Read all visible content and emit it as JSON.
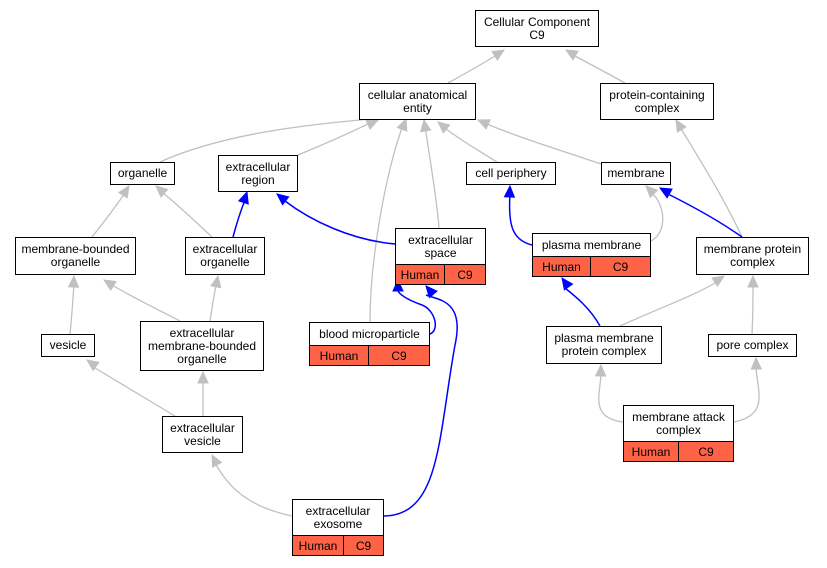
{
  "colors": {
    "gray_edge": "#c0c0c0",
    "blue_edge": "#0000ff",
    "annotation_fill": "#ff6347",
    "node_border": "#000000"
  },
  "nodes": {
    "cellular_component": {
      "line1": "Cellular Component",
      "line2": "C9"
    },
    "cellular_anatomical_entity": {
      "line1": "cellular anatomical",
      "line2": "entity"
    },
    "protein_containing_complex": {
      "line1": "protein-containing",
      "line2": "complex"
    },
    "organelle": {
      "line1": "organelle"
    },
    "extracellular_region": {
      "line1": "extracellular",
      "line2": "region"
    },
    "cell_periphery": {
      "line1": "cell periphery"
    },
    "membrane": {
      "line1": "membrane"
    },
    "membrane_bounded_organelle": {
      "line1": "membrane-bounded",
      "line2": "organelle"
    },
    "extracellular_organelle": {
      "line1": "extracellular",
      "line2": "organelle"
    },
    "extracellular_space": {
      "line1": "extracellular",
      "line2": "space",
      "species": "Human",
      "gene": "C9"
    },
    "plasma_membrane": {
      "line1": "plasma membrane",
      "species": "Human",
      "gene": "C9"
    },
    "membrane_protein_complex": {
      "line1": "membrane protein",
      "line2": "complex"
    },
    "vesicle": {
      "line1": "vesicle"
    },
    "extracellular_membrane_bounded_organelle": {
      "line1": "extracellular",
      "line2": "membrane-bounded",
      "line3": "organelle"
    },
    "blood_microparticle": {
      "line1": "blood microparticle",
      "species": "Human",
      "gene": "C9"
    },
    "plasma_membrane_protein_complex": {
      "line1": "plasma membrane",
      "line2": "protein complex"
    },
    "pore_complex": {
      "line1": "pore complex"
    },
    "membrane_attack_complex": {
      "line1": "membrane attack",
      "line2": "complex",
      "species": "Human",
      "gene": "C9"
    },
    "extracellular_vesicle": {
      "line1": "extracellular",
      "line2": "vesicle"
    },
    "extracellular_exosome": {
      "line1": "extracellular",
      "line2": "exosome",
      "species": "Human",
      "gene": "C9"
    }
  },
  "edges": [
    {
      "from": "cellular_anatomical_entity",
      "to": "cellular_component",
      "color": "gray"
    },
    {
      "from": "protein_containing_complex",
      "to": "cellular_component",
      "color": "gray"
    },
    {
      "from": "organelle",
      "to": "cellular_anatomical_entity",
      "color": "gray"
    },
    {
      "from": "extracellular_region",
      "to": "cellular_anatomical_entity",
      "color": "gray"
    },
    {
      "from": "blood_microparticle",
      "to": "cellular_anatomical_entity",
      "color": "gray"
    },
    {
      "from": "extracellular_space",
      "to": "cellular_anatomical_entity",
      "color": "gray"
    },
    {
      "from": "cell_periphery",
      "to": "cellular_anatomical_entity",
      "color": "gray"
    },
    {
      "from": "membrane",
      "to": "cellular_anatomical_entity",
      "color": "gray"
    },
    {
      "from": "membrane_protein_complex",
      "to": "protein_containing_complex",
      "color": "gray"
    },
    {
      "from": "membrane_bounded_organelle",
      "to": "organelle",
      "color": "gray"
    },
    {
      "from": "extracellular_organelle",
      "to": "organelle",
      "color": "gray"
    },
    {
      "from": "extracellular_organelle",
      "to": "extracellular_region",
      "color": "blue"
    },
    {
      "from": "extracellular_space",
      "to": "extracellular_region",
      "color": "blue"
    },
    {
      "from": "plasma_membrane",
      "to": "cell_periphery",
      "color": "blue"
    },
    {
      "from": "plasma_membrane",
      "to": "membrane",
      "color": "gray"
    },
    {
      "from": "membrane_protein_complex",
      "to": "membrane",
      "color": "blue"
    },
    {
      "from": "vesicle",
      "to": "membrane_bounded_organelle",
      "color": "gray"
    },
    {
      "from": "extracellular_membrane_bounded_organelle",
      "to": "membrane_bounded_organelle",
      "color": "gray"
    },
    {
      "from": "extracellular_membrane_bounded_organelle",
      "to": "extracellular_organelle",
      "color": "gray"
    },
    {
      "from": "blood_microparticle",
      "to": "extracellular_space",
      "color": "blue"
    },
    {
      "from": "extracellular_exosome",
      "to": "extracellular_space",
      "color": "blue"
    },
    {
      "from": "plasma_membrane_protein_complex",
      "to": "plasma_membrane",
      "color": "blue"
    },
    {
      "from": "plasma_membrane_protein_complex",
      "to": "membrane_protein_complex",
      "color": "gray"
    },
    {
      "from": "pore_complex",
      "to": "membrane_protein_complex",
      "color": "gray"
    },
    {
      "from": "membrane_attack_complex",
      "to": "plasma_membrane_protein_complex",
      "color": "gray"
    },
    {
      "from": "membrane_attack_complex",
      "to": "pore_complex",
      "color": "gray"
    },
    {
      "from": "extracellular_vesicle",
      "to": "vesicle",
      "color": "gray"
    },
    {
      "from": "extracellular_vesicle",
      "to": "extracellular_membrane_bounded_organelle",
      "color": "gray"
    },
    {
      "from": "extracellular_exosome",
      "to": "extracellular_vesicle",
      "color": "gray"
    }
  ]
}
